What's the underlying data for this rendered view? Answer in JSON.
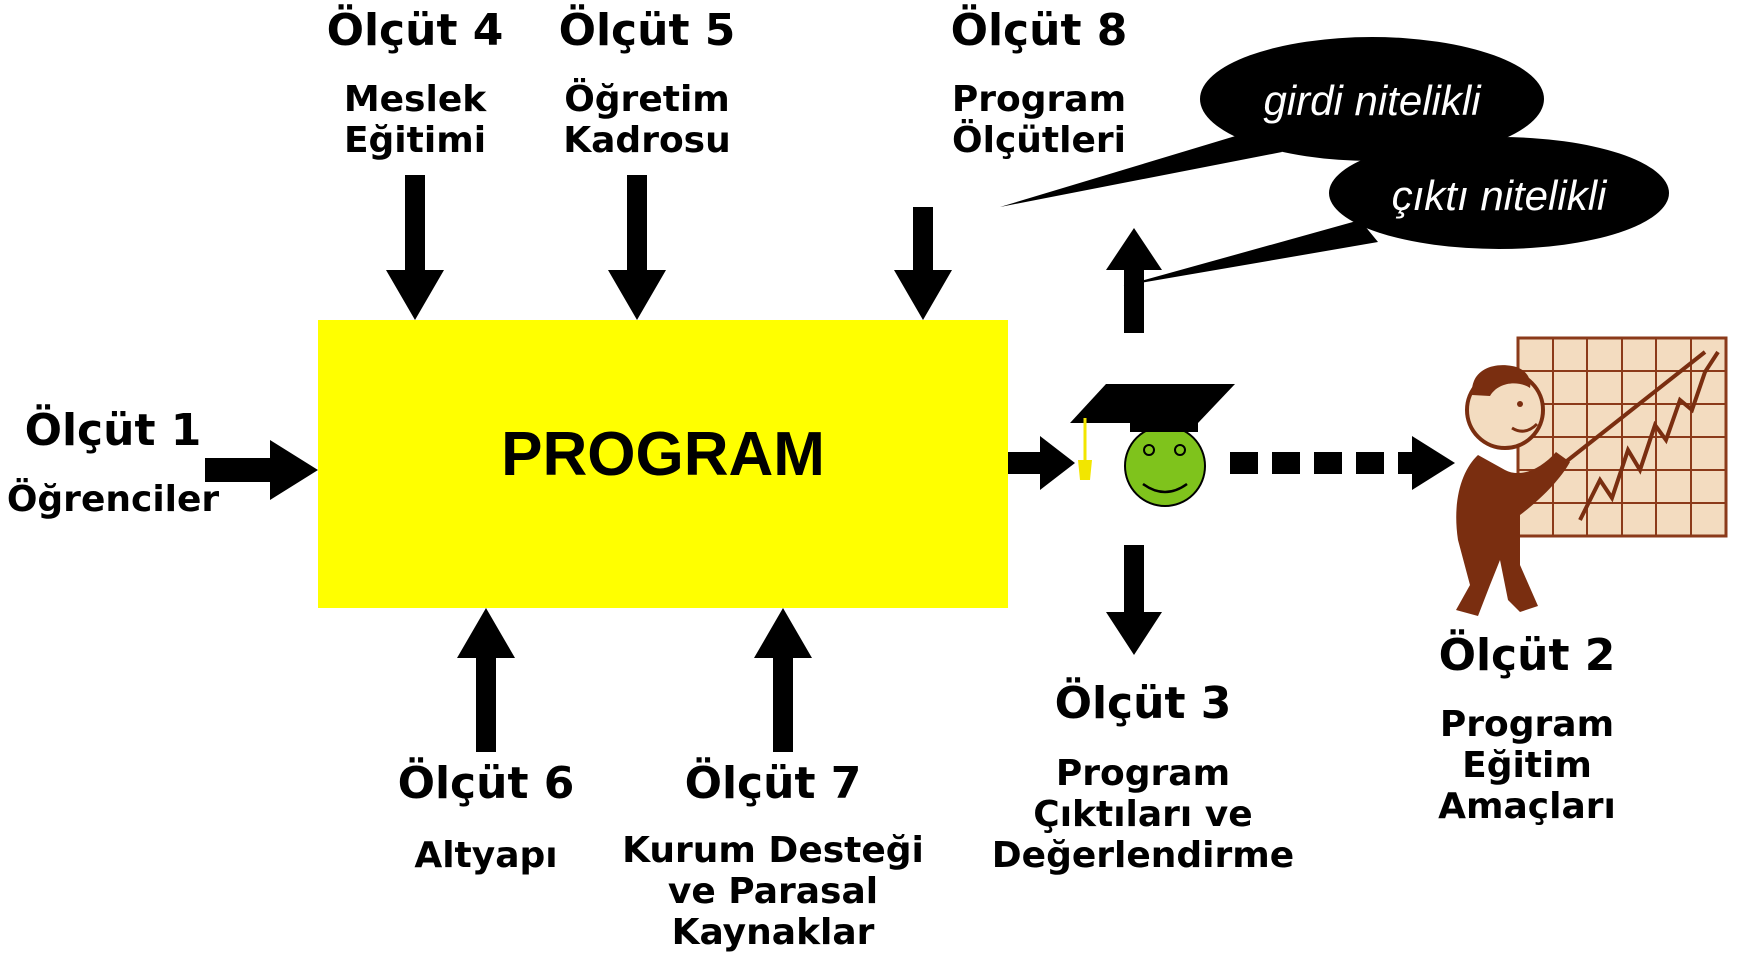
{
  "program": {
    "label": "PROGRAM",
    "fill": "#ffff00"
  },
  "criteria": {
    "c1": {
      "title": "Ölçüt 1",
      "lines": [
        "Öğrenciler"
      ]
    },
    "c2": {
      "title": "Ölçüt 2",
      "lines": [
        "Program",
        "Eğitim",
        "Amaçları"
      ]
    },
    "c3": {
      "title": "Ölçüt 3",
      "lines": [
        "Program",
        "Çıktıları ve",
        "Değerlendirme"
      ]
    },
    "c4": {
      "title": "Ölçüt 4",
      "lines": [
        "Meslek",
        "Eğitimi"
      ]
    },
    "c5": {
      "title": "Ölçüt 5",
      "lines": [
        "Öğretim",
        "Kadrosu"
      ]
    },
    "c6": {
      "title": "Ölçüt 6",
      "lines": [
        "Altyapı"
      ]
    },
    "c7": {
      "title": "Ölçüt 7",
      "lines": [
        "Kurum Desteği",
        "ve Parasal",
        "Kaynaklar"
      ]
    },
    "c8": {
      "title": "Ölçüt 8",
      "lines": [
        "Program",
        "Ölçütleri"
      ]
    }
  },
  "bubbles": {
    "input": "girdi nitelikli",
    "output": "çıktı nitelikli"
  },
  "icons": {
    "graduate": "graduate-smiley-icon",
    "presenter": "presenter-with-chart-icon"
  },
  "colors": {
    "program_box": "#ffff00",
    "smiley_face": "#7fc31c",
    "tassel": "#f2e600",
    "chart_board": "#f3dcc0",
    "chart_grid": "#8b3a1a",
    "presenter": "#7a2e10",
    "bubble": "#000000",
    "arrow": "#000000"
  }
}
